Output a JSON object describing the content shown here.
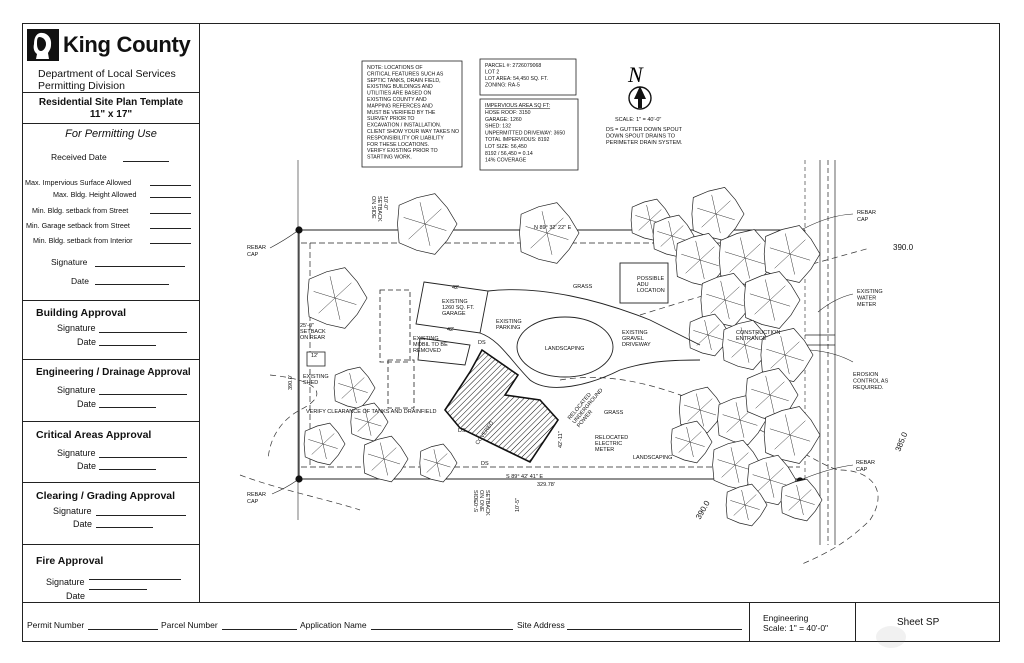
{
  "header": {
    "org_name": "King County",
    "dept_line1": "Department of Local Services",
    "dept_line2": "Permitting Division",
    "template_title": "Residential Site Plan Template",
    "template_size": "11\" x 17\""
  },
  "for_permitting": {
    "heading": "For Permitting Use",
    "received_date": "Received Date",
    "fields": [
      "Max. Impervious Surface Allowed",
      "Max. Bldg. Height Allowed",
      "Min. Bldg. setback from Street",
      "Min. Garage setback from Street",
      "Min. Bldg. setback from Interior"
    ],
    "signature": "Signature",
    "date": "Date"
  },
  "approvals": [
    {
      "title": "Building Approval",
      "signature": "Signature",
      "date": "Date"
    },
    {
      "title": "Engineering / Drainage Approval",
      "signature": "Signature",
      "date": "Date"
    },
    {
      "title": "Critical Areas Approval",
      "signature": "Signature",
      "date": "Date"
    },
    {
      "title": "Clearing / Grading Approval",
      "signature": "Signature",
      "date": "Date"
    },
    {
      "title": "Fire Approval",
      "signature": "Signature",
      "date": "Date"
    }
  ],
  "footer": {
    "permit_number": "Permit Number",
    "parcel_number": "Parcel Number",
    "application_name": "Application Name",
    "site_address": "Site Address",
    "engineering": "Engineering",
    "scale": "Scale: 1\" = 40'-0\"",
    "sheet": "Sheet SP"
  },
  "plan": {
    "note_lines": [
      "NOTE: LOCATIONS OF",
      "CRITICAL FEATURES SUCH AS",
      "SEPTIC TANKS, DRAIN FIELD,",
      "EXISTING BUILDINGS AND",
      "UTILITIES ARE BASED ON",
      "EXISTING COUNTY AND",
      "MAPPING REFERCES AND",
      "MUST BE VERIFIED BY THE",
      "SURVEY PRIOR TO",
      "EXCAVATION / INSTALLATION.",
      "CLIENT SHOW YOUR WAY TAKES NO",
      "RESPONSIBILITY OR LIABILITY",
      "FOR THESE LOCATIONS.",
      "VERIFY EXISTING PRIOR TO",
      "STARTING WORK."
    ],
    "parcel_lines": [
      "PARCEL #: 2726079068",
      "LOT 2",
      "LOT AREA: 54,450 SQ. FT.",
      "ZONING: RA-5"
    ],
    "impervious_title": "IMPERVIOUS AREA SQ FT:",
    "impervious_lines": [
      "HOSE ROOF: 3150",
      "GARAGE: 1260",
      "SHED: 132",
      "UNPERMITTED DRIVEWAY: 3650",
      "TOTAL IMPERVIOUS: 8192",
      "LOT SIZE: 56,450",
      "8192 / 56,450 = 0.14",
      "14% COVERAGE"
    ],
    "north_letter": "N",
    "scale_label": "SCALE: 1\" = 40'-0\"",
    "ds_note": [
      "DS = GUTTER DOWN SPOUT",
      "DOWN SPOUT DRAINS TO",
      "PERIMETER DRAIN SYSTEM."
    ],
    "labels": {
      "rebar_cap_nw": "REBAR",
      "rebar_cap_nw2": "CAP",
      "rebar_cap_ne": "REBAR",
      "rebar_cap_ne2": "CAP",
      "rebar_cap_sw": "REBAR",
      "rebar_cap_sw2": "CAP",
      "rebar_cap_se": "REBAR",
      "rebar_cap_se2": "CAP",
      "contour_390": "390.0",
      "contour_385": "385.0",
      "contour_390b": "390.0",
      "water_meter": [
        "EXISTING",
        "WATER",
        "METER"
      ],
      "erosion": [
        "EROSION",
        "CONTROL AS",
        "REQUIRED."
      ],
      "garage": [
        "EXISTING",
        "1260 SQ. FT.",
        "GARAGE"
      ],
      "parking": [
        "EXISTING",
        "PARKING"
      ],
      "landscaping": "LANDSCAPING",
      "gravel": [
        "EXISTING",
        "GRAVEL",
        "DRIVEWAY"
      ],
      "adu": [
        "POSSIBLE",
        "ADU",
        "LOCATION"
      ],
      "grass_top": "GRASS",
      "grass_mid": "GRASS",
      "mobil": [
        "EXISTING",
        "MOBIL TO BE",
        "REMOVED"
      ],
      "shed": [
        "EXISTING",
        "SHED"
      ],
      "setback_rear": [
        "25'-0\"",
        "SETBACK",
        "ON REAR"
      ],
      "verify": "VERIFY CLEARANCE OF TANKS AND DRAINFIELD",
      "relocated_power": [
        "RELOCATED",
        "UNDERGROUND",
        "POWER"
      ],
      "relocated_meter": [
        "RELOCATED",
        "ELECTRIC",
        "METER"
      ],
      "landscaping2": "LANDSCAPING",
      "construction_entrance": [
        "CONSTRUCTION",
        "ENTRANCE"
      ],
      "bearing_top": "N 89° 32' 22\" E",
      "bearing_bottom": "S 89° 42' 41\" E",
      "dim_bottom": "329.78'",
      "dim_42": "42'",
      "dim_42b": "42'",
      "dim_42_11": "42'-11\"",
      "setback_side": [
        "SETBACK",
        "ON ONE",
        "SIDE"
      ],
      "dim_5": "5'-0\"",
      "dim_10": "10'-5\"",
      "dim_390_left": "390.0'",
      "ds": "DS",
      "cover": "COVERED",
      "side_top": [
        "10'-0\"",
        "SETBACK",
        "ON SIDE"
      ],
      "dim_12": "12'"
    }
  }
}
